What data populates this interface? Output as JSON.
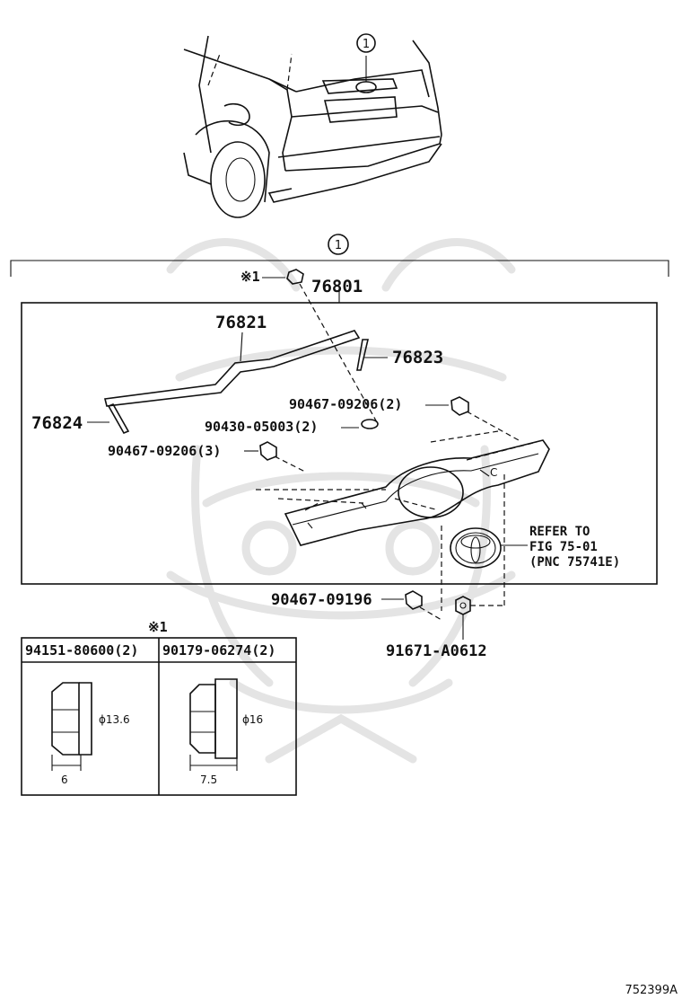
{
  "callout_main": "1",
  "callout_car": "1",
  "note_mark": "※1",
  "parts": {
    "p76801": "76801",
    "p76821": "76821",
    "p76823": "76823",
    "p76824": "76824",
    "p90467_09206_2": "90467-09206(2)",
    "p90430_05003_2": "90430-05003(2)",
    "p90467_09206_3": "90467-09206(3)",
    "p90467_09196": "90467-09196",
    "p91671_A0612": "91671-A0612"
  },
  "refer": {
    "line1": "REFER TO",
    "line2": "FIG 75-01",
    "line3": "(PNC 75741E)"
  },
  "table": {
    "note_mark": "※1",
    "col1_header": "94151-80600(2)",
    "col2_header": "90179-06274(2)",
    "col1_diameter": "ϕ13.6",
    "col1_length": "6",
    "col2_diameter": "ϕ16",
    "col2_length": "7.5"
  },
  "figure_number": "752399A"
}
